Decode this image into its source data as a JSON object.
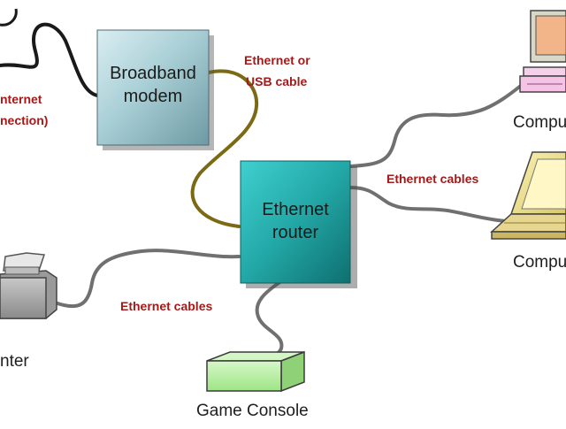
{
  "labels": {
    "internet_line1": "nternet",
    "internet_line2": "nection)",
    "cable_top_line1": "Ethernet or",
    "cable_top_line2": "USB cable",
    "cable_right": "Ethernet cables",
    "cable_bottom": "Ethernet cables",
    "computer_top": "Compu",
    "computer_laptop": "Compu",
    "printer": "nter",
    "game_console": "Game Console"
  },
  "modem": {
    "line1": "Broadband",
    "line2": "modem"
  },
  "router": {
    "line1": "Ethernet",
    "line2": "router"
  },
  "colors": {
    "modem_box": "#b4d6de",
    "router_box": "#2fb3b3",
    "console_box": "#b9f2a6",
    "cable_usb": "#7b6a13",
    "cable_ethernet": "#737373",
    "label_red": "#a41a1a"
  }
}
